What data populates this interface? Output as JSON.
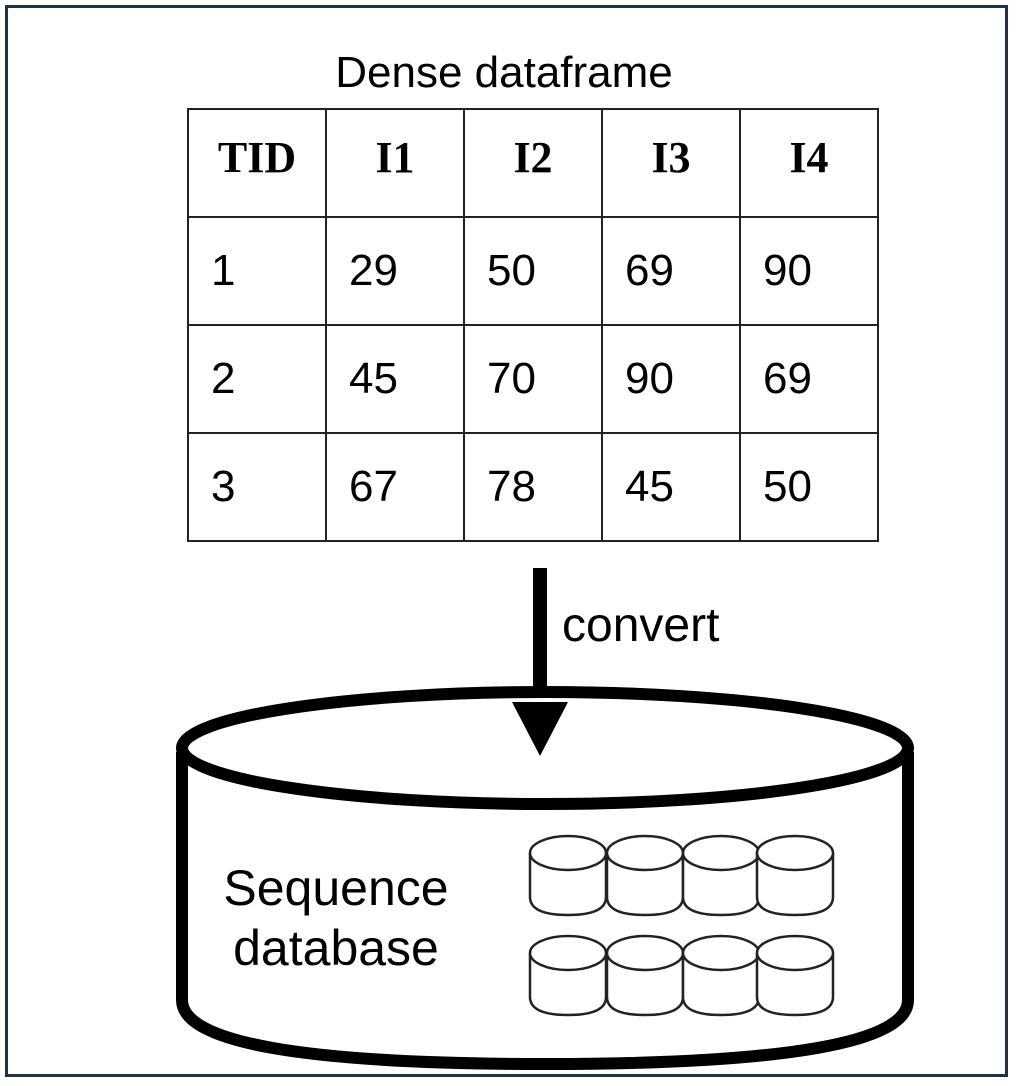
{
  "title": "Dense dataframe",
  "table": {
    "headers": [
      "TID",
      "I1",
      "I2",
      "I3",
      "I4"
    ],
    "rows": [
      [
        "1",
        "29",
        "50",
        "69",
        "90"
      ],
      [
        "2",
        "45",
        "70",
        "90",
        "69"
      ],
      [
        "3",
        "67",
        "78",
        "45",
        "50"
      ]
    ]
  },
  "arrow_label": "convert",
  "database_label_line1": "Sequence",
  "database_label_line2": "database",
  "colors": {
    "frame": "#1f3147",
    "stroke": "#000000"
  }
}
